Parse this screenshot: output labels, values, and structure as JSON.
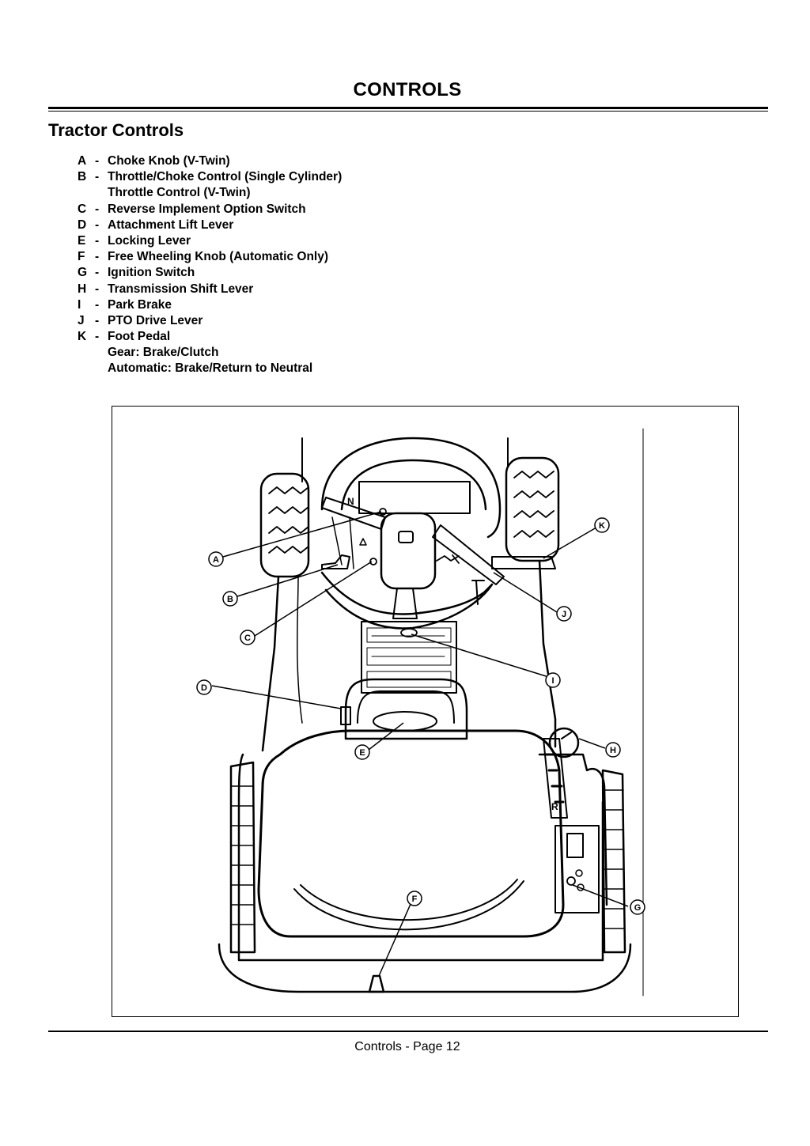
{
  "header": {
    "title": "CONTROLS"
  },
  "section": {
    "title": "Tractor Controls"
  },
  "legend": [
    {
      "letter": "A",
      "lines": [
        "Choke Knob (V-Twin)"
      ]
    },
    {
      "letter": "B",
      "lines": [
        "Throttle/Choke Control (Single Cylinder)",
        "Throttle Control (V-Twin)"
      ]
    },
    {
      "letter": "C",
      "lines": [
        "Reverse Implement Option Switch"
      ]
    },
    {
      "letter": "D",
      "lines": [
        "Attachment Lift Lever"
      ]
    },
    {
      "letter": "E",
      "lines": [
        "Locking Lever"
      ]
    },
    {
      "letter": "F",
      "lines": [
        "Free Wheeling Knob (Automatic Only)"
      ]
    },
    {
      "letter": "G",
      "lines": [
        "Ignition Switch"
      ]
    },
    {
      "letter": "H",
      "lines": [
        "Transmission Shift Lever"
      ]
    },
    {
      "letter": "I",
      "lines": [
        "Park Brake"
      ]
    },
    {
      "letter": "J",
      "lines": [
        "PTO Drive Lever"
      ]
    },
    {
      "letter": "K",
      "lines": [
        "Foot Pedal",
        "Gear: Brake/Clutch",
        "Automatic: Brake/Return to Neutral"
      ]
    }
  ],
  "figure": {
    "callouts": [
      "A",
      "B",
      "C",
      "D",
      "E",
      "F",
      "G",
      "H",
      "I",
      "J",
      "K"
    ],
    "shift_marks": [
      "N",
      "R"
    ]
  },
  "footer": {
    "text": "Controls - Page 12"
  }
}
